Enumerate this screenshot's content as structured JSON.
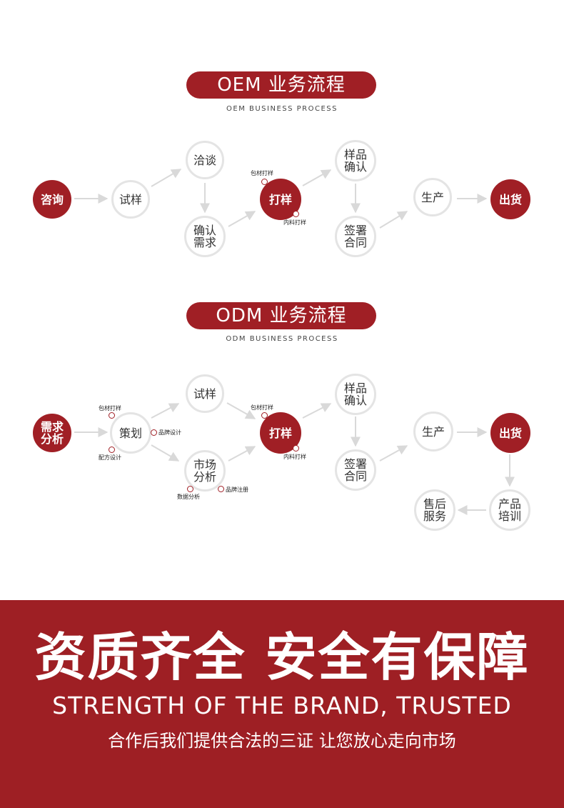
{
  "oem": {
    "title": "OEM 业务流程",
    "subtitle": "OEM BUSINESS PROCESS",
    "nodes": [
      "咨询",
      "试样",
      "洽谈",
      "确认\n需求",
      "打样",
      "样品\n确认",
      "签署\n合同",
      "生产",
      "出货"
    ],
    "annotations": [
      "包材打样",
      "内料打样"
    ]
  },
  "odm": {
    "title": "ODM 业务流程",
    "subtitle": "ODM BUSINESS PROCESS",
    "nodes": [
      "需求\n分析",
      "策划",
      "试样",
      "市场\n分析",
      "打样",
      "样品\n确认",
      "签署\n合同",
      "生产",
      "出货",
      "产品\n培训",
      "售后\n服务"
    ],
    "annotations": [
      "包材打样",
      "品牌设计",
      "配方设计",
      "数据分析",
      "品牌注册",
      "包材打样",
      "内料打样"
    ]
  },
  "banner": {
    "title": "资质齐全 安全有保障",
    "english": "STRENGTH OF THE BRAND, TRUSTED",
    "subtitle": "合作后我们提供合法的三证 让您放心走向市场"
  },
  "colors": {
    "accent": "#a01f25",
    "node_border": "#e4e4e4",
    "arrow": "#d9d9d9"
  }
}
